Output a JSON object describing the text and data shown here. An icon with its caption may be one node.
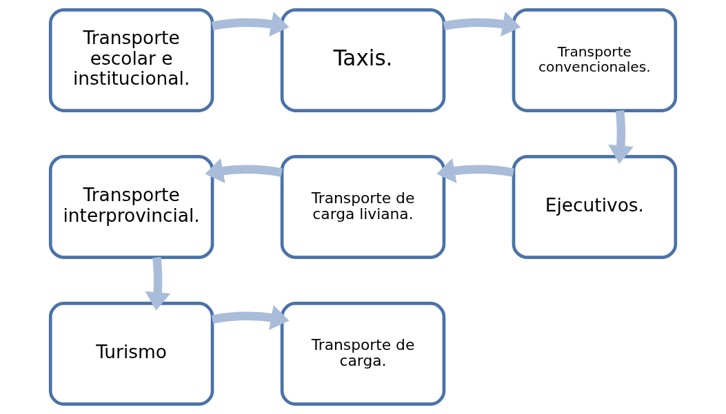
{
  "diagram": {
    "nodes": [
      {
        "text": [
          "Transporte escolar e institucional."
        ]
      },
      {
        "text": [
          "Taxis."
        ]
      },
      {
        "text": [
          "Transporte convencionales."
        ]
      },
      {
        "text": [
          "Transporte interprovincial."
        ]
      },
      {
        "text": [
          "Transporte de carga liviana."
        ]
      },
      {
        "text": [
          "Ejecutivos."
        ]
      },
      {
        "text": [
          "Turismo"
        ]
      },
      {
        "text": [
          "Transporte de carga."
        ]
      }
    ],
    "edges": [
      {
        "from": 0,
        "to": 1,
        "arrow": "to"
      },
      {
        "from": 1,
        "to": 2,
        "arrow": "to"
      },
      {
        "from": 2,
        "to": 5,
        "arrow": "to"
      },
      {
        "from": 5,
        "to": 4,
        "arrow": "to"
      },
      {
        "from": 4,
        "to": 3,
        "arrow": "to"
      },
      {
        "from": 3,
        "to": 6,
        "arrow": "to"
      },
      {
        "from": 6,
        "to": 7,
        "arrow": "to"
      }
    ]
  }
}
